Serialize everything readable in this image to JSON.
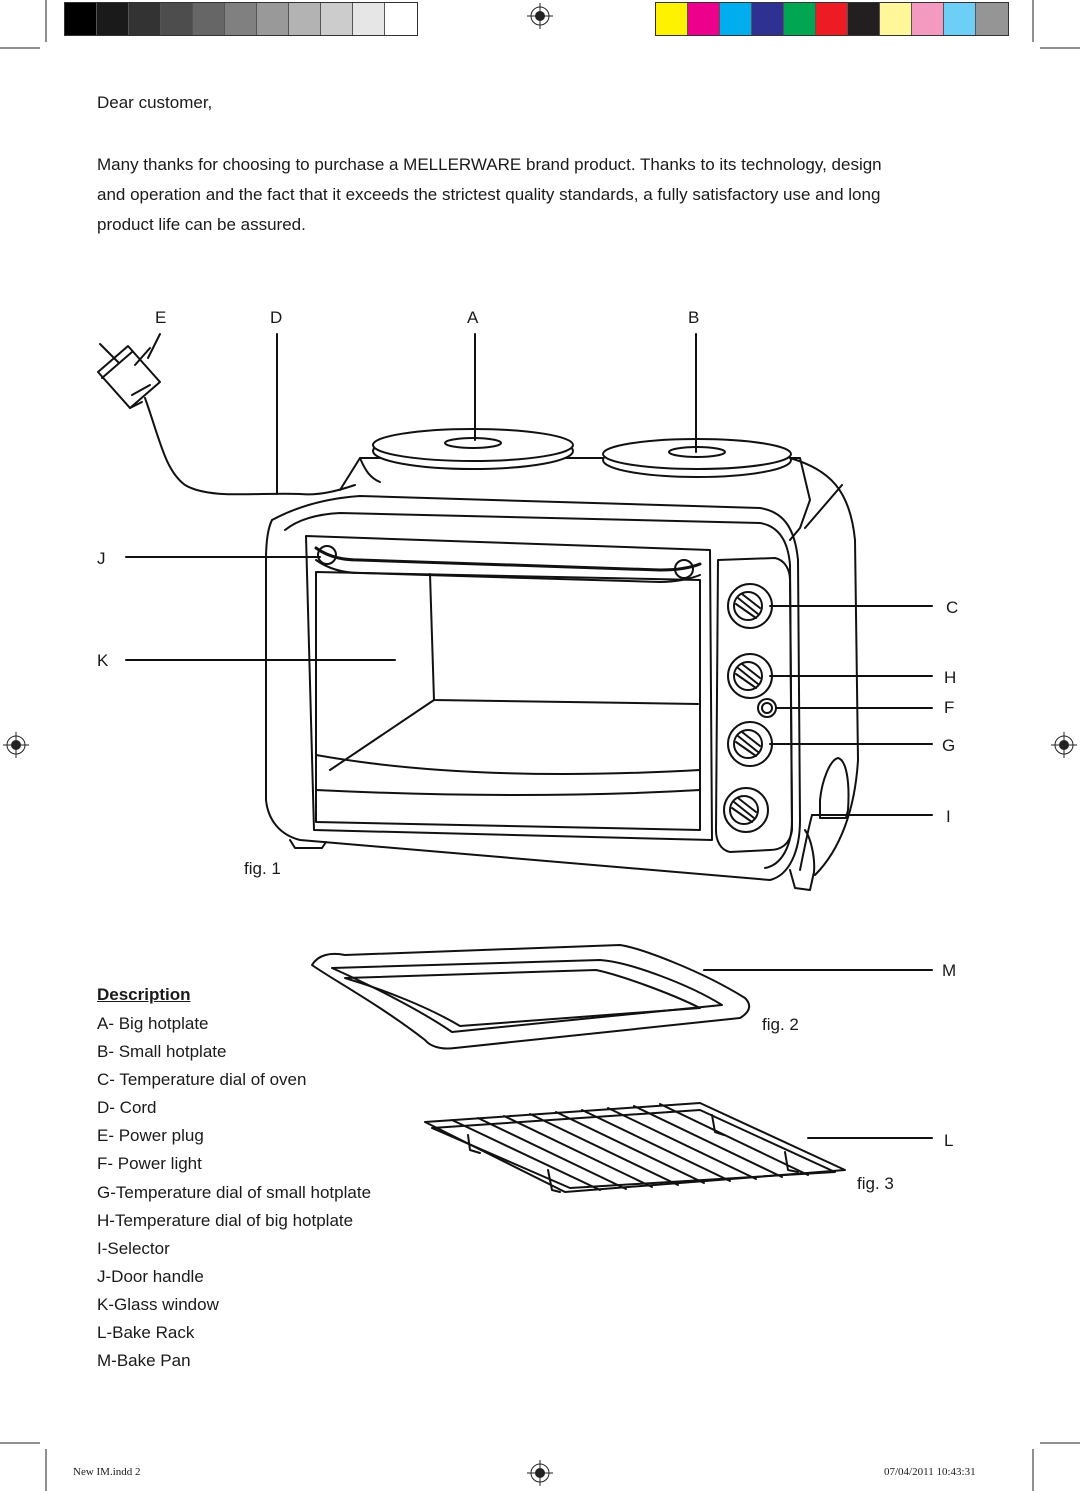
{
  "swatch_colors_gray": [
    "#000000",
    "#1a1a1a",
    "#333333",
    "#4d4d4d",
    "#666666",
    "#808080",
    "#999999",
    "#b3b3b3",
    "#cccccc",
    "#e6e6e6",
    "#ffffff"
  ],
  "swatch_colors_process": [
    "#fff200",
    "#ec008c",
    "#00aeef",
    "#2e3192",
    "#00a651",
    "#ed1c24",
    "#231f20",
    "#fff799",
    "#f49ac1",
    "#6dcff6",
    "#959595"
  ],
  "greeting": "Dear customer,",
  "intro_line1": "Many thanks for choosing to purchase a MELLERWARE brand product. Thanks to its technology, design",
  "intro_line2": "and operation and the fact that it exceeds the strictest quality standards, a fully satisfactory use and long",
  "intro_line3": "product life can be assured.",
  "callouts": {
    "E": "E",
    "D": "D",
    "A": "A",
    "B": "B",
    "J": "J",
    "K": "K",
    "C": "C",
    "H": "H",
    "F": "F",
    "G": "G",
    "I": "I",
    "M": "M",
    "L": "L"
  },
  "figures": {
    "fig1": "fig. 1",
    "fig2": "fig. 2",
    "fig3": "fig. 3"
  },
  "description": {
    "heading": "Description",
    "items": [
      "A- Big hotplate",
      "B- Small hotplate",
      "C- Temperature dial of oven",
      "D- Cord",
      "E- Power plug",
      "F- Power light",
      "G-Temperature dial of small hotplate",
      "H-Temperature dial of big hotplate",
      "I-Selector",
      "J-Door handle",
      "K-Glass window",
      "L-Bake Rack",
      "M-Bake Pan"
    ]
  },
  "footer": {
    "file": "New IM.indd   2",
    "datetime": "07/04/2011   10:43:31"
  }
}
